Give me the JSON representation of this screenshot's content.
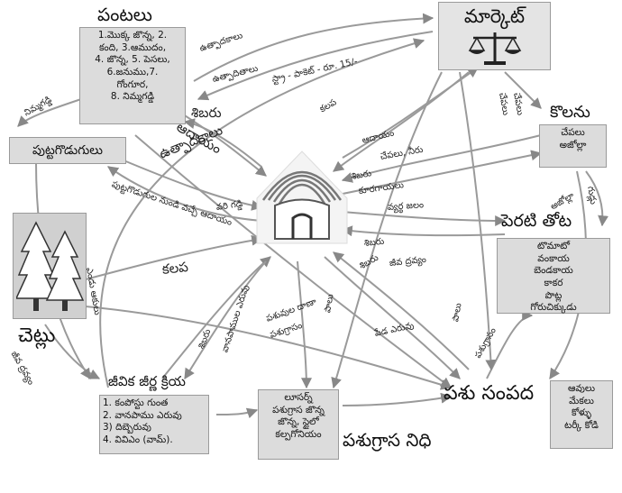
{
  "nodes": {
    "crops": {
      "title": "పంటలు",
      "items": [
        "1.మొక్క జొన్న, 2.",
        "కంది, 3.ఆముదం,",
        "4. జొన్న, 5. పెసలు,",
        "6.జనుము,7.",
        "గోంగూర,",
        "8. నిమ్మగడ్డి"
      ]
    },
    "market": {
      "title": "మార్కెట్"
    },
    "fishpond": {
      "title": "కొలను",
      "items": [
        "చేపలు",
        "అజోల్లా"
      ]
    },
    "mushroom": {
      "title": "పుట్టగొడుగులు"
    },
    "trees": {
      "title": "చెట్లు"
    },
    "kitchen_garden": {
      "title": "పెరటి తోట",
      "items": [
        "టొమాటో",
        "వంకాయ",
        "బెండకాయ",
        "కాకర",
        "పొట్ల",
        "గోరుచిక్కుడు"
      ]
    },
    "livestock": {
      "title": "పశు సంపద",
      "items": [
        "ఆవులు",
        "మేకలు",
        "కోళ్ళు",
        "టర్కీ కోడి"
      ]
    },
    "fodder": {
      "title": "పశుగ్రాస నిధి",
      "items": [
        "లూసర్న్",
        "పశుగ్రాస జొన్న",
        "జొన్న, స్టైలో",
        "కల్పగోనియం"
      ]
    },
    "compost": {
      "title": "జీవిక జీర్ణ క్రియ",
      "items": [
        "1. కంపోస్టు గుంత",
        "2. వానపాము ఎరువు",
        "3) దిబ్బెరువు",
        "4. వివిఎం (వామ్)."
      ]
    }
  },
  "flows": {
    "products_top": "ఉత్పాదకాలు",
    "products_top2": "ఉత్పాదితాలు",
    "straw_price": "స్ట్రా - పాకెట్ - రూ. 15/-",
    "manure_crops": "నిమ్మగడ్డి",
    "info_crops": "శిబరు",
    "income_crops": "ఆదాయం",
    "products_home": "ఉత్పాదకాలు",
    "kalupa_top": "కలప",
    "income_market": "ఆదాయం",
    "fish_milk": "చేపలు, నీరు",
    "info_fish": "శిబరు",
    "vegetables": "కూరగాయలు",
    "waste_water": "వ్యర్థ జలం",
    "mushroom_income": "పుట్టగొడుగుల నుండి వచ్చే ఆదాయం",
    "mushroom_straw": "వరి గడ్డి",
    "kalupa_trees": "కలప",
    "trees_waste": "ఎండు ఆకులు",
    "info_garden": "శిబరు",
    "bio_dravyam": "జీవ ద్రవ్యం",
    "info_garden2": "శిబరు",
    "jeeva_dravyam_trees": "జీవ ద్రవ్యం",
    "fodder_livestock": "పశువుల దాణా",
    "fodder_grass": "పశుగ్రాసం",
    "dung": "పేడ ఎరువు",
    "milk1": "పాలు",
    "milk2": "పాలు",
    "fodder_kitchen": "పశుగ్రాసం",
    "info_compost": "శిబరు",
    "vermi": "వానపాముల ఎరువు",
    "aquatic": "అజోల్లా",
    "fish_market1": "చేపలు",
    "fish_market2": "చేపలు",
    "fish_right": "గుడ్లు"
  }
}
